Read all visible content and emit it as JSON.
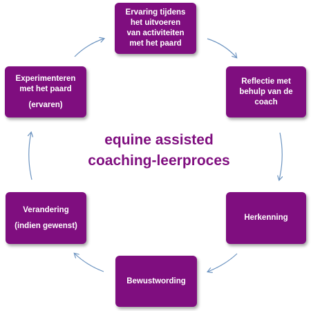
{
  "title": [
    "equine assisted",
    "coaching-leerproces"
  ],
  "steps": [
    {
      "lines": [
        "Ervaring tijdens",
        "het uitvoeren",
        "van activiteiten",
        "met het paard"
      ]
    },
    {
      "lines": [
        "Reflectie met",
        "behulp van de",
        "coach"
      ]
    },
    {
      "lines": [
        "Herkenning"
      ]
    },
    {
      "lines": [
        "Bewustwording"
      ]
    },
    {
      "lines": [
        "Verandering",
        "(indien gewenst)"
      ]
    },
    {
      "lines": [
        "Experimenteren",
        "met het paard",
        "(ervaren)"
      ]
    }
  ],
  "colors": {
    "box": "#7f0e7f",
    "text": "#ffffff",
    "title": "#7f0e7f",
    "arrow": "#6b93c0"
  }
}
